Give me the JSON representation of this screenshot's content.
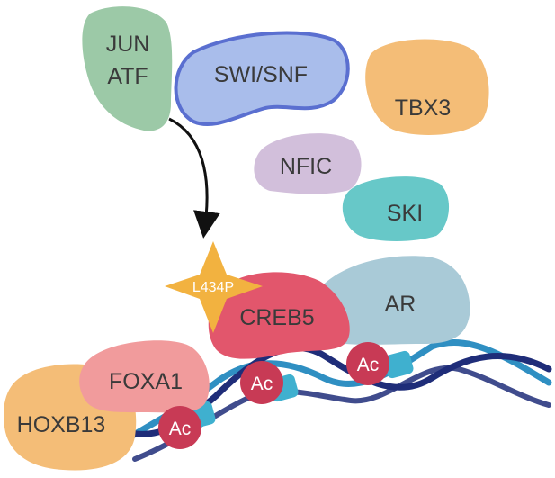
{
  "figure": {
    "proteins": {
      "jun_atf": {
        "line1": "JUN",
        "line2": "ATF",
        "color": "#9cc9a7"
      },
      "swi_snf": {
        "label": "SWI/SNF",
        "color": "#a9bdeb",
        "outline": "#5a6fd0"
      },
      "tbx3": {
        "label": "TBX3",
        "color": "#f4bd77"
      },
      "nfic": {
        "label": "NFIC",
        "color": "#d2bfdb"
      },
      "ski": {
        "label": "SKI",
        "color": "#67c8c8"
      },
      "creb5": {
        "label": "CREB5",
        "color": "#e2566c"
      },
      "ar": {
        "label": "AR",
        "color": "#a9cad7"
      },
      "foxa1": {
        "label": "FOXA1",
        "color": "#f19b9c"
      },
      "hoxb13": {
        "label": "HOXB13",
        "color": "#f4bd77"
      }
    },
    "mutation": {
      "label": "L434P",
      "color": "#f2b240"
    },
    "acetylation": {
      "label": "Ac",
      "color": "#c83a55"
    },
    "dna": {
      "strand_dark": "#1f2d79",
      "strand_light": "#2f8fc2"
    }
  }
}
